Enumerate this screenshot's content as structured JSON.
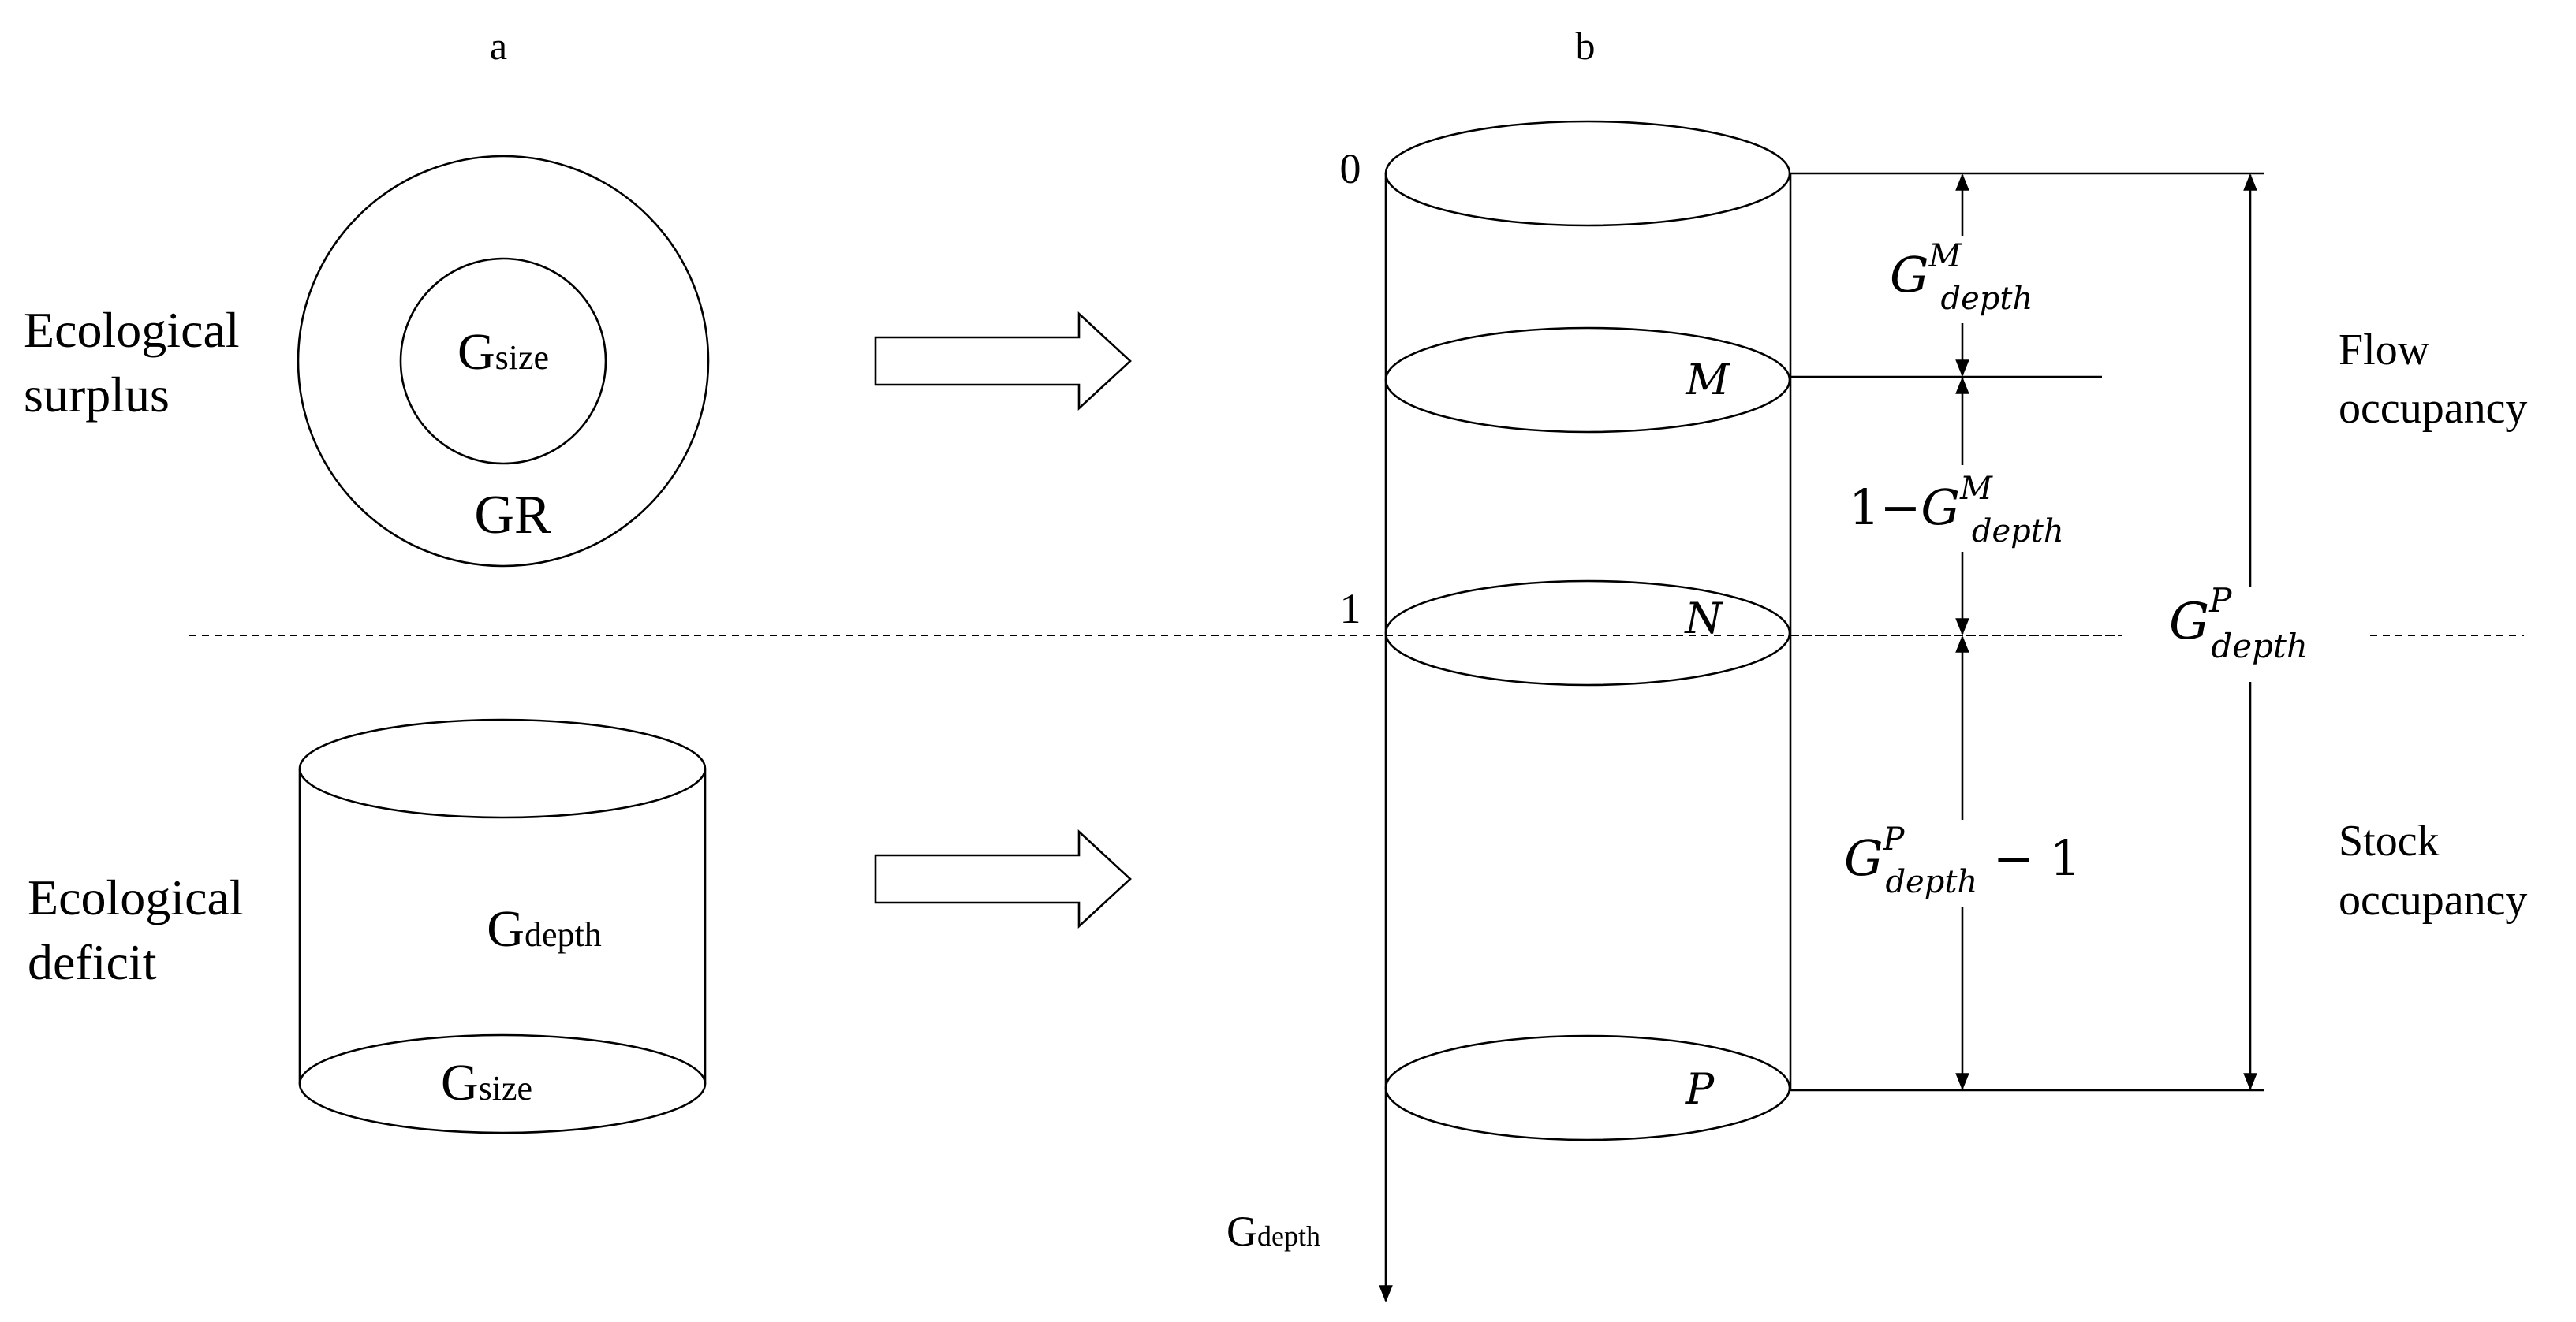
{
  "panel_a_label": "a",
  "panel_b_label": "b",
  "surplus": {
    "label_line1": "Ecological",
    "label_line2": "surplus",
    "inner_letter": "G",
    "inner_sub": "size",
    "outer_label": "GR"
  },
  "deficit": {
    "label_line1": "Ecological",
    "label_line2": "deficit",
    "body_letter": "G",
    "body_sub": "depth",
    "base_letter": "G",
    "base_sub": "size"
  },
  "axis": {
    "tick_0": "0",
    "tick_1": "1",
    "label_letter": "G",
    "label_sub": "depth"
  },
  "levels": {
    "M": "M",
    "N": "N",
    "P": "P"
  },
  "measures": {
    "gm_base": "G",
    "gm_sup": "M",
    "gm_sub": "depth",
    "one_minus_prefix": "1−",
    "one_minus_base": "G",
    "one_minus_sup": "M",
    "one_minus_sub": "depth",
    "gp_minus_base": "G",
    "gp_minus_sup": "P",
    "gp_minus_sub": "depth",
    "gp_minus_suffix": " − 1",
    "gp_total_base": "G",
    "gp_total_sup": "P",
    "gp_total_sub": "depth"
  },
  "occupancy": {
    "flow_line1": "Flow",
    "flow_line2": "occupancy",
    "stock_line1": "Stock",
    "stock_line2": "occupancy"
  }
}
